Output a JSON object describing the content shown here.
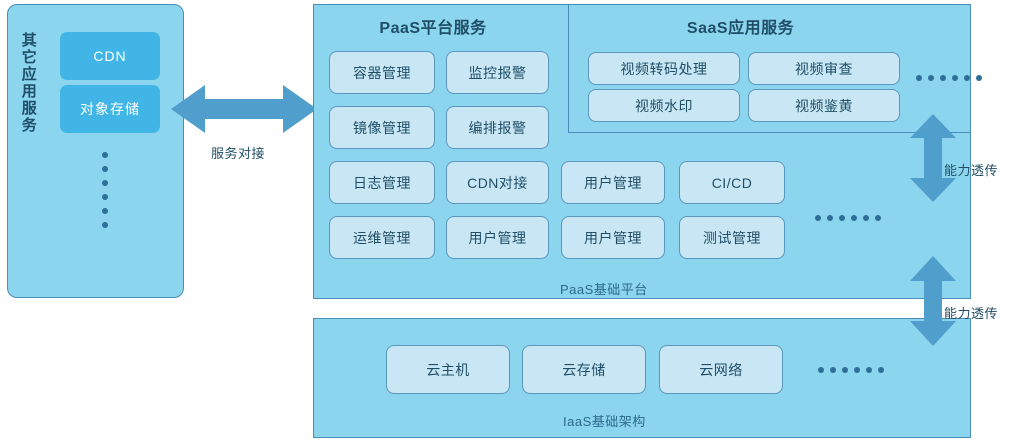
{
  "colors": {
    "panel_fill": "#8cd5ef",
    "panel_border": "#4a8db8",
    "box_fill": "#c9e6f4",
    "box_border": "#5a97bd",
    "chip_fill": "#41b6e6",
    "arrow_fill": "#4f9ecb",
    "text_dark": "#1f4e66",
    "background": "#ffffff"
  },
  "left_panel": {
    "title": "其它应用服务",
    "chips": [
      {
        "label": "CDN"
      },
      {
        "label": "对象存储"
      }
    ],
    "more_indicator": "vertical-ellipsis"
  },
  "connector": {
    "label": "服务对接",
    "icon": "double-arrow-horizontal-icon"
  },
  "paas": {
    "title": "PaaS平台服务",
    "footer": "PaaS基础平台",
    "services": [
      {
        "label": "容器管理",
        "col": 1,
        "row": 1
      },
      {
        "label": "监控报警",
        "col": 2,
        "row": 1
      },
      {
        "label": "镜像管理",
        "col": 1,
        "row": 2
      },
      {
        "label": "编排报警",
        "col": 2,
        "row": 2
      },
      {
        "label": "日志管理",
        "col": 1,
        "row": 3
      },
      {
        "label": "CDN对接",
        "col": 2,
        "row": 3
      },
      {
        "label": "用户管理",
        "col": 3,
        "row": 3
      },
      {
        "label": "CI/CD",
        "col": 4,
        "row": 3
      },
      {
        "label": "运维管理",
        "col": 1,
        "row": 4
      },
      {
        "label": "用户管理",
        "col": 2,
        "row": 4
      },
      {
        "label": "用户管理",
        "col": 3,
        "row": 4
      },
      {
        "label": "测试管理",
        "col": 4,
        "row": 4
      }
    ],
    "more_indicator": "horizontal-ellipsis"
  },
  "saas": {
    "title": "SaaS应用服务",
    "services": [
      {
        "label": "视频转码处理"
      },
      {
        "label": "视频审查"
      },
      {
        "label": "视频水印"
      },
      {
        "label": "视频鉴黄"
      }
    ],
    "more_indicator": "horizontal-ellipsis"
  },
  "iaas": {
    "footer": "IaaS基础架构",
    "services": [
      {
        "label": "云主机"
      },
      {
        "label": "云存储"
      },
      {
        "label": "云网络"
      }
    ],
    "more_indicator": "horizontal-ellipsis"
  },
  "passthrough": {
    "upper_label": "能力透传",
    "lower_label": "能力透传",
    "icon": "double-arrow-vertical-icon"
  }
}
